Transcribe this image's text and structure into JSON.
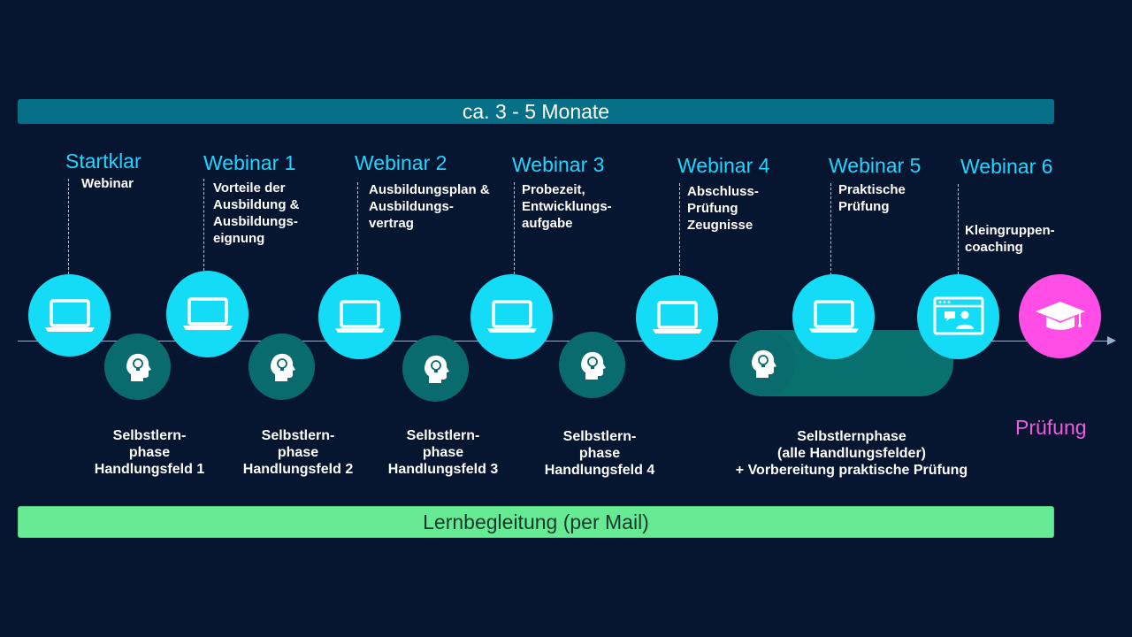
{
  "top_bar": {
    "label": "ca. 3 - 5 Monate",
    "color": "#067088"
  },
  "bottom_bar": {
    "label": "Lernbegleitung (per Mail)",
    "color": "#66ea94"
  },
  "milestones": [
    {
      "title": "Startklar",
      "desc": [
        "Webinar"
      ]
    },
    {
      "title": "Webinar 1",
      "desc": [
        "Vorteile der",
        "Ausbildung &",
        "Ausbildungs-",
        "eignung"
      ]
    },
    {
      "title": "Webinar 2",
      "desc": [
        "Ausbildungsplan &",
        "Ausbildungs-",
        "vertrag"
      ]
    },
    {
      "title": "Webinar 3",
      "desc": [
        "Probezeit,",
        "Entwicklungs-",
        "aufgabe"
      ]
    },
    {
      "title": "Webinar 4",
      "desc": [
        "Abschluss-",
        "Prüfung",
        "Zeugnisse"
      ]
    },
    {
      "title": "Webinar 5",
      "desc": [
        "Praktische",
        "Prüfung"
      ]
    },
    {
      "title": "Webinar 6",
      "desc": [
        "Kleingruppen-",
        "coaching"
      ]
    }
  ],
  "self_phases": [
    [
      "Selbstlern-",
      "phase",
      "Handlungsfeld 1"
    ],
    [
      "Selbstlern-",
      "phase",
      "Handlungsfeld 2"
    ],
    [
      "Selbstlern-",
      "phase",
      "Handlungsfeld 3"
    ],
    [
      "Selbstlern-",
      "phase",
      "Handlungsfeld 4"
    ],
    [
      "Selbstlernphase",
      "(alle Handlungsfelder)",
      "+ Vorbereitung praktische Prüfung"
    ]
  ],
  "final": {
    "label": "Prüfung",
    "icon": "graduation-cap-icon"
  },
  "icons": {
    "webinar": "laptop-icon",
    "self_study": "head-lightbulb-icon",
    "coaching": "video-call-icon"
  },
  "colors": {
    "background": "#061530",
    "accent": "#1ed6ff",
    "self_study": "#0a6b6f",
    "final": "#ff4de6"
  }
}
